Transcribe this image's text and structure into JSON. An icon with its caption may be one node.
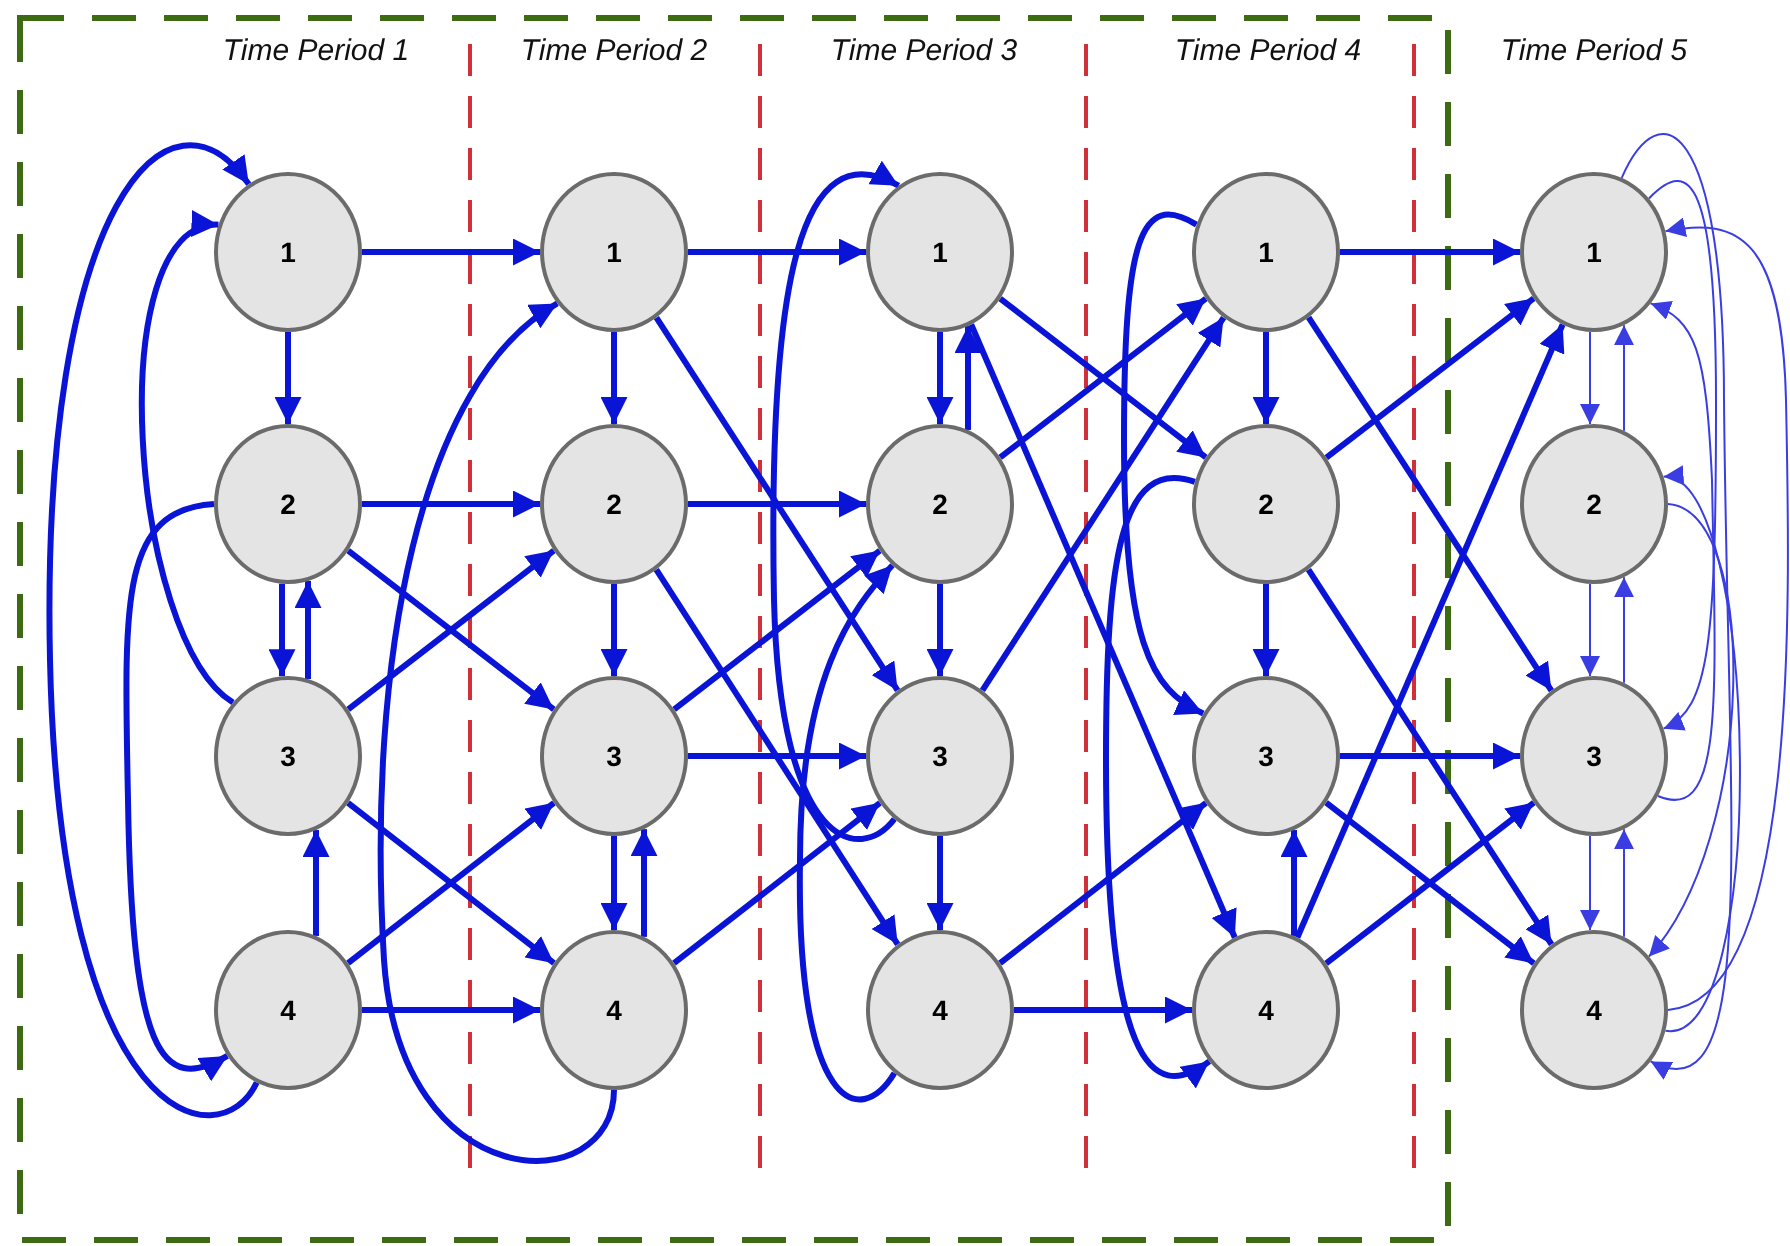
{
  "diagram": {
    "nodes": [
      {
        "text": [
          "1"
        ]
      },
      {
        "text": [
          "2"
        ]
      },
      {
        "text": [
          "3"
        ]
      },
      {
        "text": [
          "4"
        ]
      },
      {
        "text": [
          "1"
        ]
      },
      {
        "text": [
          "2"
        ]
      },
      {
        "text": [
          "3"
        ]
      },
      {
        "text": [
          "4"
        ]
      },
      {
        "text": [
          "1"
        ]
      },
      {
        "text": [
          "2"
        ]
      },
      {
        "text": [
          "3"
        ]
      },
      {
        "text": [
          "4"
        ]
      },
      {
        "text": [
          "1"
        ]
      },
      {
        "text": [
          "2"
        ]
      },
      {
        "text": [
          "3"
        ]
      },
      {
        "text": [
          "4"
        ]
      },
      {
        "text": [
          "1"
        ]
      },
      {
        "text": [
          "2"
        ]
      },
      {
        "text": [
          "3"
        ]
      },
      {
        "text": [
          "4"
        ]
      }
    ],
    "edges": [
      {
        "from": 0,
        "to": 1,
        "arrow": "to"
      },
      {
        "from": 1,
        "to": 2,
        "arrow": "to"
      },
      {
        "from": 2,
        "to": 1,
        "arrow": "to"
      },
      {
        "from": 3,
        "to": 2,
        "arrow": "to"
      },
      {
        "from": 2,
        "to": 0,
        "arrow": "to"
      },
      {
        "from": 3,
        "to": 0,
        "arrow": "to"
      },
      {
        "from": 1,
        "to": 3,
        "arrow": "to"
      },
      {
        "from": 0,
        "to": 4,
        "arrow": "to"
      },
      {
        "from": 1,
        "to": 5,
        "arrow": "to"
      },
      {
        "from": 1,
        "to": 6,
        "arrow": "to"
      },
      {
        "from": 2,
        "to": 5,
        "arrow": "to"
      },
      {
        "from": 2,
        "to": 7,
        "arrow": "to"
      },
      {
        "from": 3,
        "to": 6,
        "arrow": "to"
      },
      {
        "from": 3,
        "to": 7,
        "arrow": "to"
      },
      {
        "from": 7,
        "to": 4,
        "arrow": "to"
      },
      {
        "from": 4,
        "to": 5,
        "arrow": "to"
      },
      {
        "from": 5,
        "to": 6,
        "arrow": "to"
      },
      {
        "from": 6,
        "to": 7,
        "arrow": "to"
      },
      {
        "from": 7,
        "to": 6,
        "arrow": "to"
      },
      {
        "from": 4,
        "to": 8,
        "arrow": "to"
      },
      {
        "from": 4,
        "to": 10,
        "arrow": "to"
      },
      {
        "from": 5,
        "to": 9,
        "arrow": "to"
      },
      {
        "from": 5,
        "to": 11,
        "arrow": "to"
      },
      {
        "from": 6,
        "to": 9,
        "arrow": "to"
      },
      {
        "from": 6,
        "to": 10,
        "arrow": "to"
      },
      {
        "from": 7,
        "to": 10,
        "arrow": "to"
      },
      {
        "from": 8,
        "to": 9,
        "arrow": "to"
      },
      {
        "from": 9,
        "to": 8,
        "arrow": "to"
      },
      {
        "from": 9,
        "to": 10,
        "arrow": "to"
      },
      {
        "from": 10,
        "to": 11,
        "arrow": "to"
      },
      {
        "from": 10,
        "to": 8,
        "arrow": "to"
      },
      {
        "from": 11,
        "to": 9,
        "arrow": "to"
      },
      {
        "from": 8,
        "to": 13,
        "arrow": "to"
      },
      {
        "from": 8,
        "to": 15,
        "arrow": "to"
      },
      {
        "from": 9,
        "to": 12,
        "arrow": "to"
      },
      {
        "from": 10,
        "to": 12,
        "arrow": "to"
      },
      {
        "from": 11,
        "to": 14,
        "arrow": "to"
      },
      {
        "from": 11,
        "to": 15,
        "arrow": "to"
      },
      {
        "from": 12,
        "to": 13,
        "arrow": "to"
      },
      {
        "from": 13,
        "to": 14,
        "arrow": "to"
      },
      {
        "from": 15,
        "to": 14,
        "arrow": "to"
      },
      {
        "from": 12,
        "to": 14,
        "arrow": "to"
      },
      {
        "from": 13,
        "to": 15,
        "arrow": "to"
      },
      {
        "from": 12,
        "to": 16,
        "arrow": "to"
      },
      {
        "from": 12,
        "to": 18,
        "arrow": "to"
      },
      {
        "from": 13,
        "to": 16,
        "arrow": "to"
      },
      {
        "from": 13,
        "to": 19,
        "arrow": "to"
      },
      {
        "from": 14,
        "to": 18,
        "arrow": "to"
      },
      {
        "from": 14,
        "to": 19,
        "arrow": "to"
      },
      {
        "from": 15,
        "to": 16,
        "arrow": "to"
      },
      {
        "from": 15,
        "to": 18,
        "arrow": "to"
      },
      {
        "from": 16,
        "to": 17,
        "arrow": "to",
        "color": "#3a3ee2"
      },
      {
        "from": 17,
        "to": 16,
        "arrow": "to",
        "color": "#3a3ee2"
      },
      {
        "from": 17,
        "to": 18,
        "arrow": "to",
        "color": "#3a3ee2"
      },
      {
        "from": 18,
        "to": 17,
        "arrow": "to",
        "color": "#3a3ee2"
      },
      {
        "from": 18,
        "to": 19,
        "arrow": "to",
        "color": "#3a3ee2"
      },
      {
        "from": 19,
        "to": 18,
        "arrow": "to",
        "color": "#3a3ee2"
      },
      {
        "from": 16,
        "to": 19,
        "arrow": "to",
        "color": "#3a3ee2"
      },
      {
        "from": 16,
        "to": 18,
        "arrow": "to",
        "color": "#3a3ee2"
      },
      {
        "from": 17,
        "to": 19,
        "arrow": "to",
        "color": "#3a3ee2"
      },
      {
        "from": 18,
        "to": 16,
        "arrow": "to",
        "color": "#3a3ee2"
      },
      {
        "from": 19,
        "to": 16,
        "arrow": "to",
        "color": "#3a3ee2"
      },
      {
        "from": 19,
        "to": 17,
        "arrow": "to",
        "color": "#3a3ee2"
      }
    ],
    "labels": [
      "Time Period 1",
      "Time Period 2",
      "Time Period 3",
      "Time Period 4",
      "Time Period 5"
    ]
  }
}
